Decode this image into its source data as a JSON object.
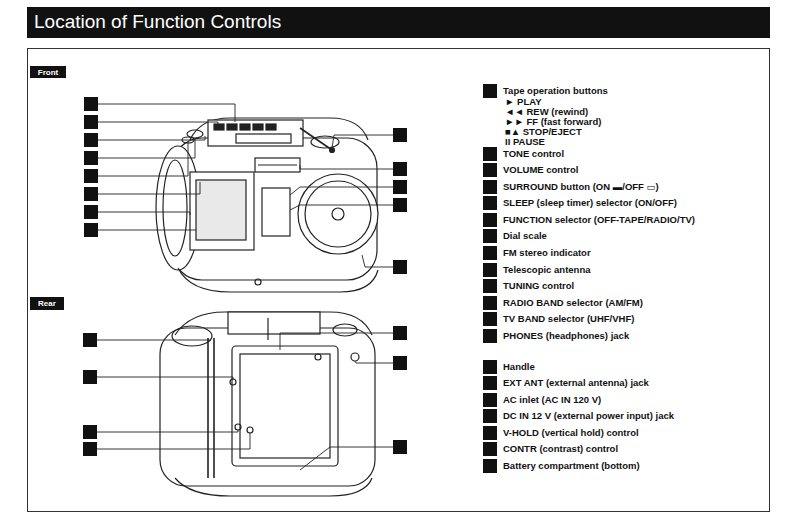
{
  "diagram": {
    "title": "Location of Function Controls",
    "nodes": [
      {
        "text": [
          "Front"
        ]
      },
      {
        "text": [
          "Rear"
        ]
      }
    ],
    "labels": [
      "Tape operation buttons",
      "► PLAY",
      "◄◄ REW (rewind)",
      "►► FF (fast forward)",
      "■▲ STOP/EJECT",
      "II PAUSE",
      "TONE control",
      "VOLUME control",
      "SURROUND button (ON ▬/OFF ▭)",
      "SLEEP (sleep timer) selector (ON/OFF)",
      "FUNCTION selector (OFF-TAPE/RADIO/TV)",
      "Dial scale",
      "FM stereo indicator",
      "Telescopic antenna",
      "TUNING control",
      "RADIO BAND selector (AM/FM)",
      "TV BAND selector (UHF/VHF)",
      "PHONES (headphones) jack",
      "Handle",
      "EXT ANT (external antenna) jack",
      "AC inlet (AC IN 120 V)",
      "DC IN 12 V (external power input) jack",
      "V-HOLD (vertical hold) control",
      "CONTR (contrast) control",
      "Battery compartment (bottom)"
    ]
  }
}
